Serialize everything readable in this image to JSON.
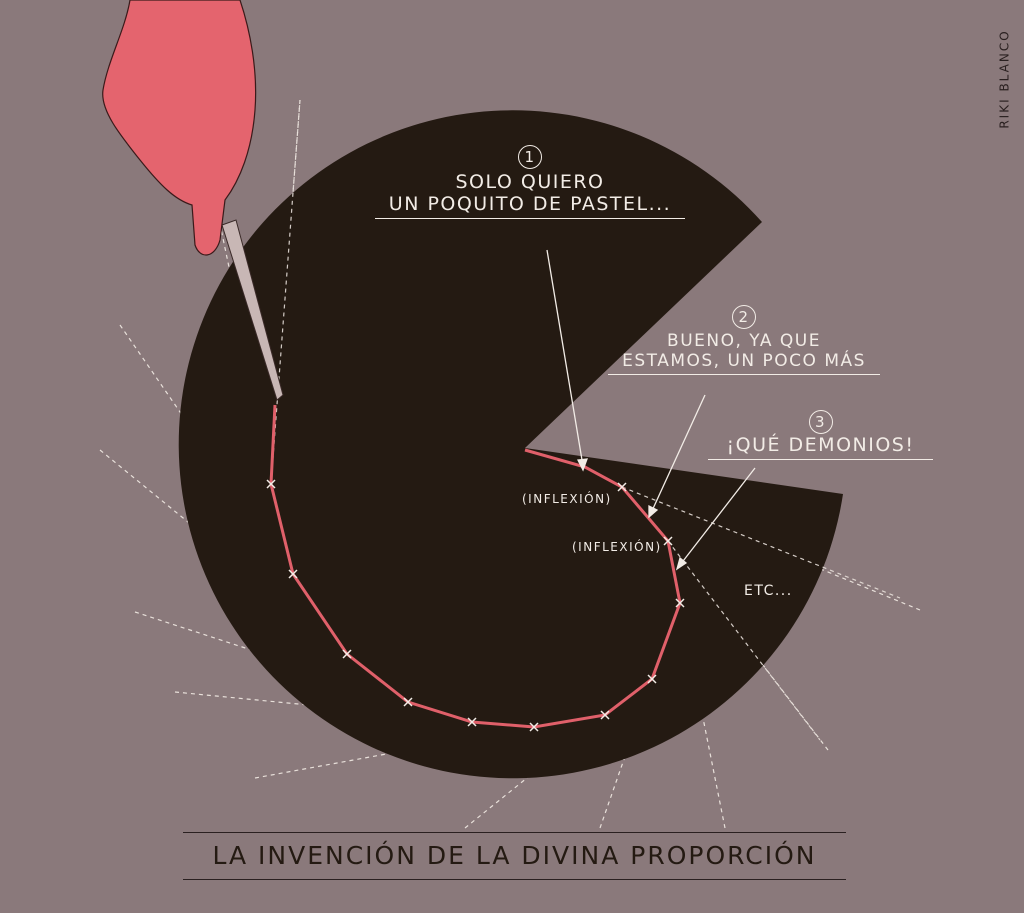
{
  "signature": "RIKI BLANCO",
  "title": "LA INVENCIÓN DE LA DIVINA PROPORCIÓN",
  "notes": [
    {
      "number": "1",
      "line1": "SOLO QUIERO",
      "line2": "UN POQUITO DE PASTEL..."
    },
    {
      "number": "2",
      "line1": "BUENO, YA QUE",
      "line2": "ESTAMOS, UN POCO MÁS"
    },
    {
      "number": "3",
      "line1": "¡QUÉ DEMONIOS!"
    }
  ],
  "inflexion_labels": [
    "(INFLEXIÓN)",
    "(INFLEXIÓN)"
  ],
  "etc": "ETC...",
  "colors": {
    "background": "#8a797b",
    "cake": "#241a12",
    "cut_line": "#e0606a",
    "hand": "#e4646e"
  }
}
